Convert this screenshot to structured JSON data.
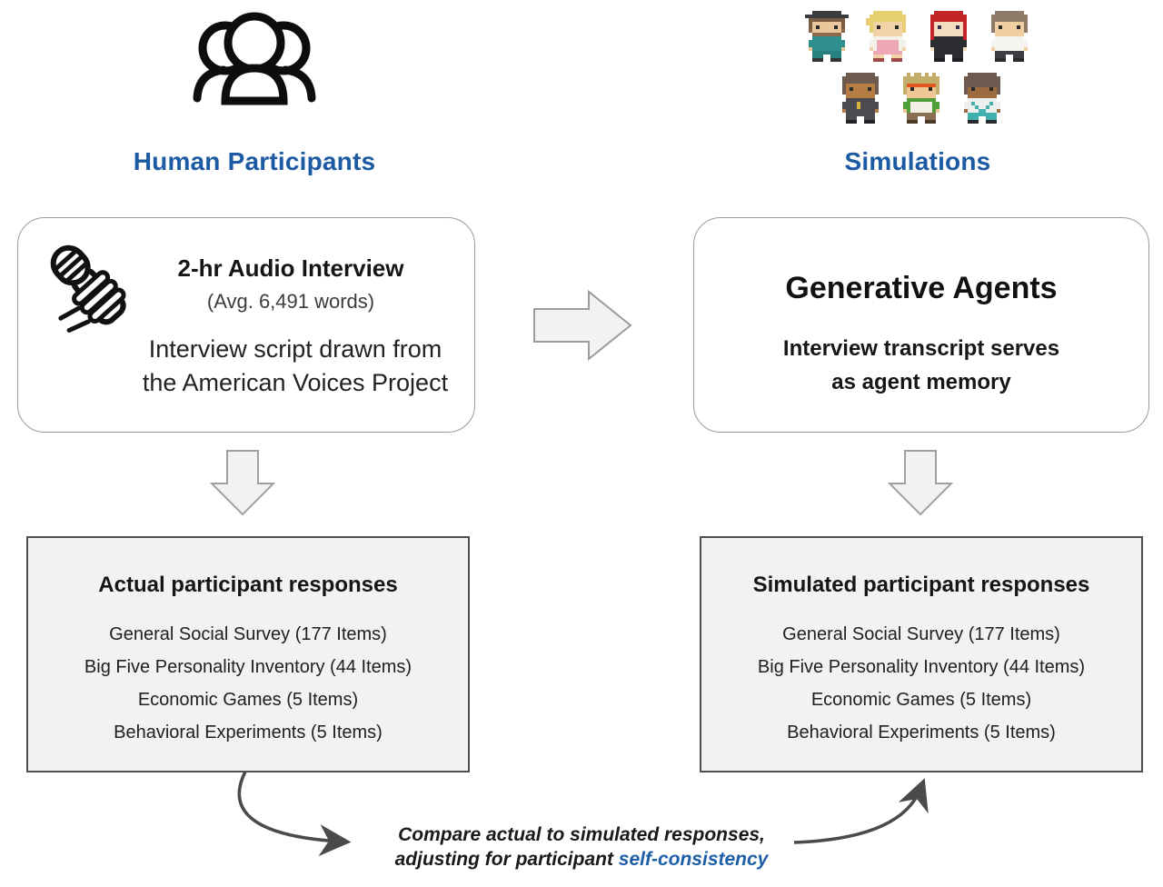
{
  "colors": {
    "heading_blue": "#1c5aa3",
    "footer_highlight_blue": "#1f5fa8",
    "text_dark": "#1d1d1d",
    "panel_gray": "#f2f2f2",
    "panel_border": "#4f4f4f",
    "card_border": "#9b9b9b",
    "block_arrow_fill": "#f2f2f2",
    "block_arrow_stroke": "#9b9b9b",
    "curve_arrow": "#4a4a4a"
  },
  "left_column": {
    "heading": "Human Participants",
    "icon": "people-group-icon",
    "interview_card": {
      "icon": "hand-holding-microphone-icon",
      "title": "2-hr Audio Interview",
      "subtitle": "(Avg. 6,491 words)",
      "body_line1": "Interview script drawn from",
      "body_line2": "the American Voices Project"
    },
    "responses_panel": {
      "title": "Actual participant responses",
      "items": [
        "General Social Survey (177 Items)",
        "Big Five Personality Inventory (44 Items)",
        "Economic Games (5 Items)",
        "Behavioral Experiments (5 Items)"
      ]
    }
  },
  "right_column": {
    "heading": "Simulations",
    "agents_card": {
      "title": "Generative Agents",
      "body_line1": "Interview transcript serves",
      "body_line2": "as agent memory"
    },
    "responses_panel": {
      "title": "Simulated participant responses",
      "items": [
        "General Social Survey (177 Items)",
        "Big Five Personality Inventory (44 Items)",
        "Economic Games (5 Items)",
        "Behavioral Experiments (5 Items)"
      ]
    }
  },
  "footer": {
    "line1": "Compare actual to simulated responses,",
    "line2_prefix": "adjusting for participant ",
    "line2_highlight": "self-consistency"
  },
  "characters": [
    {
      "id": "c1",
      "name": "pixel-man-hat-teal-suit",
      "palette": {
        "x": "#3b3b40",
        "h": "#7a5c40",
        "s": "#e9c79b",
        "e": "#2a2a2a",
        "b": "#8a6a4a",
        "t": "#2f8f8c",
        "p": "#27807d",
        "f": "#333333"
      },
      "pixels": [
        "..xxxxxxxx..",
        "xxxxxxxxxxxx",
        ".hhhhhhhhhh.",
        ".hssssssssh.",
        ".hsessssesh.",
        ".bssssssssb.",
        "..bbbbbbbb..",
        "..tttttttt..",
        ".tttttttttt.",
        ".tttttttttt.",
        ".stttttttts.",
        "..pppppppp..",
        "..ppp..ppp..",
        "..fff..fff.."
      ]
    },
    {
      "id": "c2",
      "name": "pixel-woman-blonde-pink-apron",
      "palette": {
        "h": "#e6cf6e",
        "s": "#f2d3a7",
        "e": "#2a2a2a",
        "t": "#f2f1ea",
        "x": "#eea7b4",
        "f": "#a04848"
      },
      "pixels": [
        "..hhhhhhhh..",
        ".hhhhhhhhhh.",
        "hhhhhhhhhhh.",
        "hhssssssssh.",
        ".hsessssesh.",
        ".hssssssssh.",
        "..ssssssss..",
        "..tttttttt..",
        ".ttxxxxxxtt.",
        ".ttxxxxxxtt.",
        ".stxxxxxxts.",
        "..xxxxxxxx..",
        "..sss..sss..",
        "..fff..fff.."
      ]
    },
    {
      "id": "c3",
      "name": "pixel-woman-red-hair-black-outfit",
      "palette": {
        "h": "#c22525",
        "s": "#f4dcc0",
        "e": "#3a2a4a",
        "t": "#2c2c33",
        "p": "#2c2c33",
        "f": "#1e1e24"
      },
      "pixels": [
        "..hhhhhhhh..",
        ".hhhhhhhhhh.",
        ".hhhhhhhhhh.",
        ".hssssssssh.",
        ".hsessssesh.",
        ".hssssssssh.",
        ".hssssssssh.",
        ".htttttttth.",
        ".tttttttttt.",
        ".tttttttttt.",
        ".stttttttts.",
        "..pppppppp..",
        "..ppp..ppp..",
        "..fff..fff.."
      ]
    },
    {
      "id": "c4",
      "name": "pixel-man-brown-hair-white-shirt",
      "palette": {
        "h": "#8d7a69",
        "s": "#f0cfa2",
        "e": "#2a2a2a",
        "t": "#f4f3ee",
        "p": "#3d3d42",
        "f": "#2a2a2e"
      },
      "pixels": [
        "..hhhhhhhh..",
        ".hhhhhhhhhh.",
        ".hhhhhhhhhh.",
        ".hssssssssh.",
        ".hsessssesh.",
        ".hssssssssh.",
        "..ssssssss..",
        "..tttttttt..",
        ".tttttttttt.",
        ".tttttttttt.",
        ".stttttttts.",
        "..pppppppp..",
        "..ppp..ppp..",
        "..fff..fff.."
      ]
    },
    {
      "id": "c5",
      "name": "pixel-man-dark-skin-gray-suit",
      "palette": {
        "h": "#6d5b50",
        "s": "#b57c44",
        "e": "#2a2a2a",
        "t": "#4a4a50",
        "x": "#d9b23c",
        "p": "#4a4a50",
        "f": "#222222"
      },
      "pixels": [
        "..hhhhhhhh..",
        ".hhhhhhhhhh.",
        ".hhhhhhhhhh.",
        ".hssssssssh.",
        ".hsessssesh.",
        ".hssssssssh.",
        "..ssssssss..",
        "..tttttttt..",
        ".ttttxttttt.",
        ".ttttxttttt.",
        ".stttttttts.",
        "..pppppppp..",
        "..ppp..ppp..",
        "..fff..fff.."
      ]
    },
    {
      "id": "c6",
      "name": "pixel-man-spiky-blond-green-jacket",
      "palette": {
        "h": "#c3ad6b",
        "s": "#eec795",
        "e": "#2a2a2a",
        "x": "#e2571f",
        "t": "#4f9e38",
        "w": "#f1efe6",
        "p": "#8a6f52",
        "f": "#4a3a2a"
      },
      "pixels": [
        "..h.hh.h.h..",
        ".hhhhhhhhhh.",
        ".hhhhhhhhhh.",
        ".hxxxxxxxxh.",
        ".hsessssesh.",
        ".hssssssssh.",
        "..ssssssss..",
        "..tttttttt..",
        ".ttwwwwwwtt.",
        ".ttwwwwwwtt.",
        ".stwwwwwwts.",
        "..pppppppp..",
        "..ppp..ppp..",
        "..fff..fff.."
      ]
    },
    {
      "id": "c7",
      "name": "pixel-person-bowl-cut-teal-outfit",
      "palette": {
        "h": "#6d5b50",
        "s": "#9c6b3f",
        "e": "#2a2a2a",
        "w": "#eef0ee",
        "x": "#3fb0ad",
        "p": "#3fb0ad",
        "f": "#2a2a2e"
      },
      "pixels": [
        "..hhhhhhhh..",
        ".hhhhhhhhhh.",
        ".hhhhhhhhhh.",
        ".hhhhhhhhhh.",
        ".hsessssesh.",
        ".hssssssssh.",
        "..ssssssss..",
        "..wwwwwwww..",
        ".wwxwwwwxww.",
        ".wwwxwwxwww.",
        ".swwwxxwwws.",
        "..pppppppp..",
        "..ppp..ppp..",
        "..fff..fff.."
      ]
    }
  ]
}
